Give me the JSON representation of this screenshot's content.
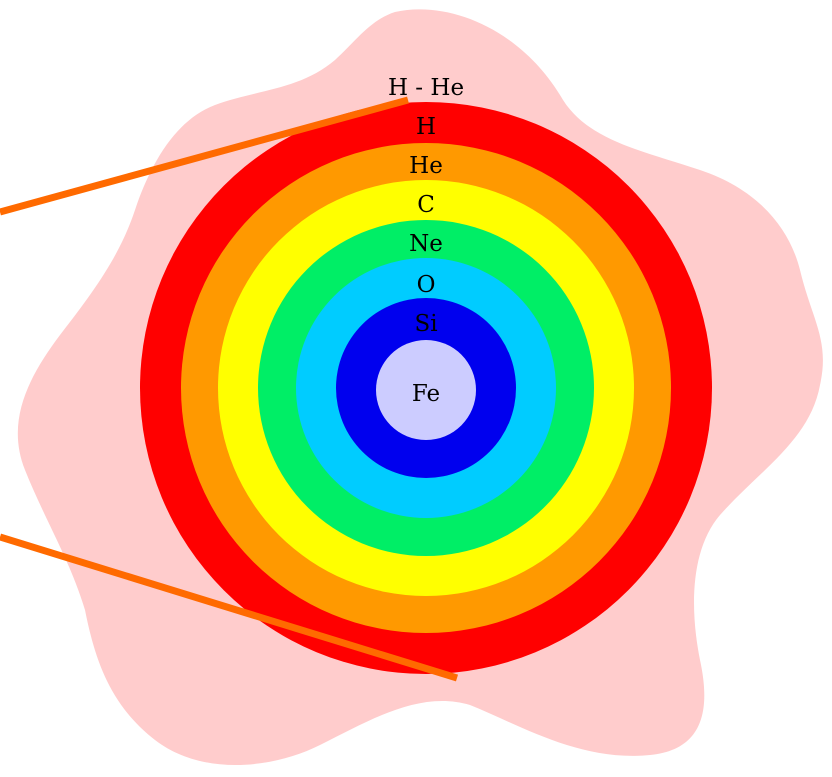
{
  "diagram": {
    "outer_label": "H - He",
    "layers": [
      {
        "label": "H",
        "color": "#ff0000"
      },
      {
        "label": "He",
        "color": "#ff9900"
      },
      {
        "label": "C",
        "color": "#ffff00"
      },
      {
        "label": "Ne",
        "color": "#00ee66"
      },
      {
        "label": "O",
        "color": "#00ccff"
      },
      {
        "label": "Si",
        "color": "#0000ee"
      },
      {
        "label": "Fe",
        "color": "#ccccff"
      }
    ],
    "envelope_color": "#ffcccc",
    "pointer_line_color": "#ff6a00"
  }
}
